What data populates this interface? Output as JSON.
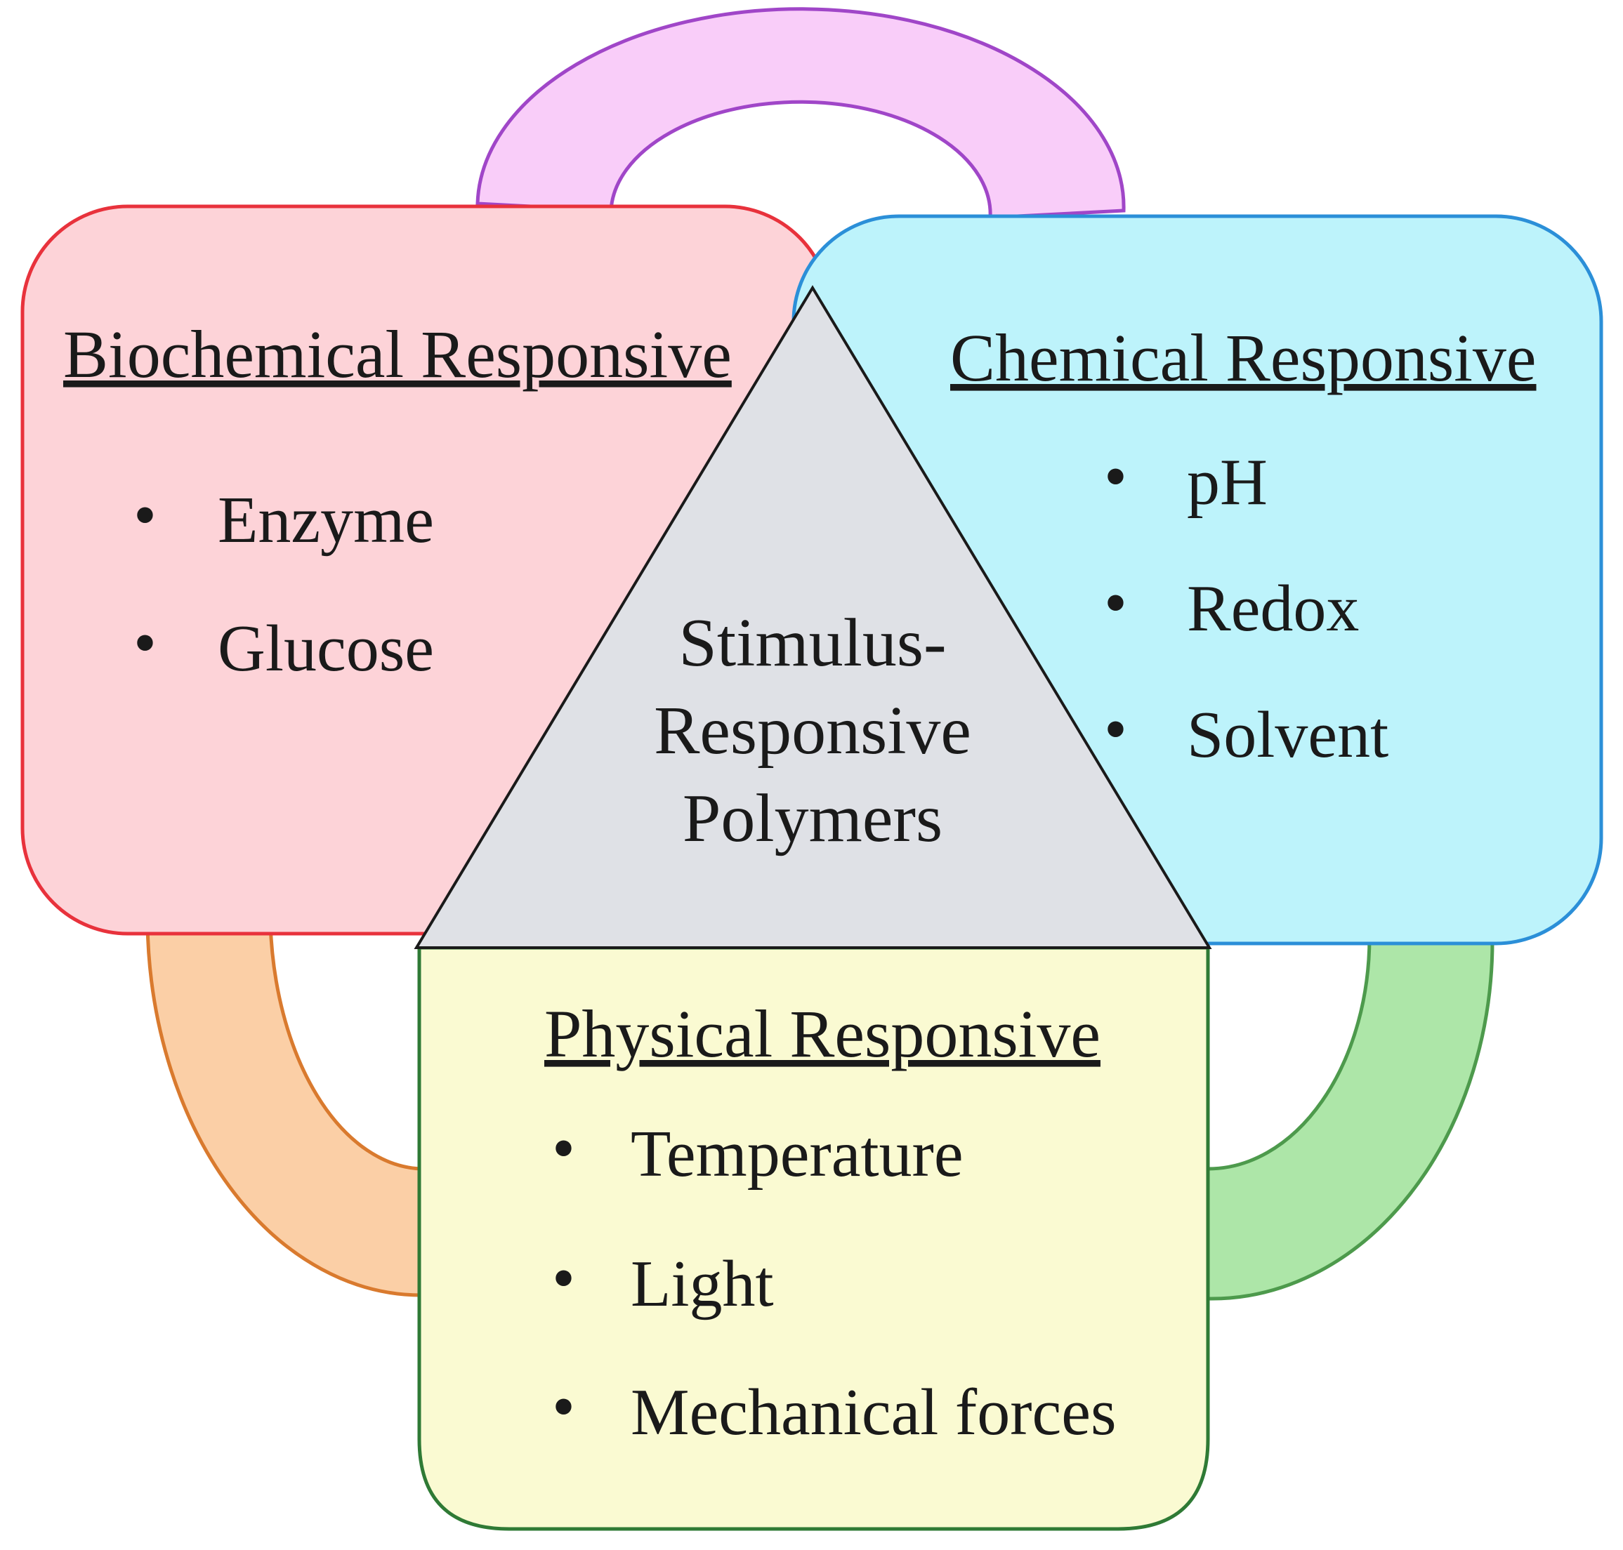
{
  "colors": {
    "biochemical_fill": "#fdd3d8",
    "biochemical_stroke": "#e8323c",
    "chemical_fill": "#bdf3fb",
    "chemical_stroke": "#2b8fd8",
    "physical_fill": "#fafad2",
    "physical_stroke": "#2f7a35",
    "center_fill": "#dfe1e6",
    "arc_top": "#f9cdf9",
    "arc_top_stroke": "#a046c8",
    "arc_left": "#fbcfa6",
    "arc_left_stroke": "#d97a2e",
    "arc_right": "#ade6a8",
    "arc_right_stroke": "#4d9a4c"
  },
  "center": {
    "line1": "Stimulus-",
    "line2": "Responsive",
    "line3": "Polymers"
  },
  "biochemical": {
    "title": "Biochemical Responsive",
    "items": [
      "Enzyme",
      "Glucose"
    ]
  },
  "chemical": {
    "title": "Chemical Responsive",
    "items": [
      "pH",
      "Redox",
      "Solvent"
    ]
  },
  "physical": {
    "title": "Physical Responsive",
    "items": [
      "Temperature",
      "Light",
      "Mechanical forces"
    ]
  },
  "bullet_char": "•"
}
